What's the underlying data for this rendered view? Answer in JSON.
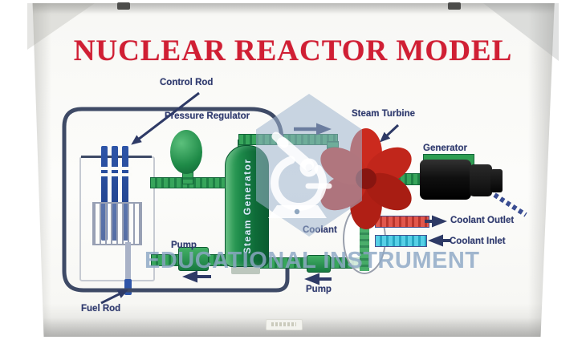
{
  "title": "NUCLEAR REACTOR MODEL",
  "diagram": {
    "labels": {
      "control_rod": "Control Rod",
      "pressure_regulator": "Pressure Regulator",
      "steam_turbine": "Steam Turbine",
      "generator": "Generator",
      "steam_generator": "Steam Generator",
      "coolant": "Coolant",
      "coolant_outlet": "Coolant Outlet",
      "coolant_inlet": "Coolant Inlet",
      "pump_primary": "Pump",
      "pump_secondary": "Pump",
      "fuel_rod": "Fuel Rod"
    }
  },
  "watermark": {
    "text": "EDUCATIONAL INSTRUMENT",
    "logo_icon": "microscope-hexagon-icon"
  },
  "colors": {
    "title_red": "#d01f34",
    "label_navy": "#2f3a6e",
    "loop_navy": "#3e4a66",
    "pipe_green": "#2f9e52",
    "tank_green": "#0e6b38",
    "control_rod_blue": "#2e55a8",
    "turbine_red": "#c1261b",
    "coolant_outlet_red": "#d84b41",
    "coolant_inlet_cyan": "#56cfe6",
    "generator_black": "#141414",
    "watermark_blue": "#9cb3cb",
    "board_white": "#fbfbf8"
  }
}
